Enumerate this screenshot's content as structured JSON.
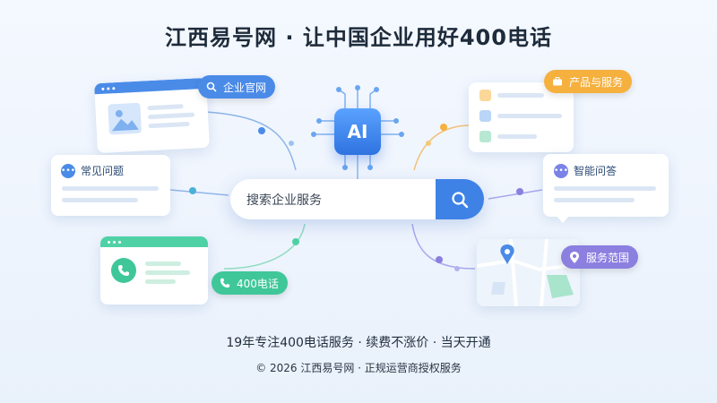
{
  "title": "江西易号网 · 让中国企业用好400电话",
  "search": {
    "placeholder": "搜索企业服务"
  },
  "ai_label": "AI",
  "cards": {
    "website": {
      "tag": "企业官网",
      "tag_color": "#4a8be8"
    },
    "faq": {
      "label": "常见问题",
      "icon_color": "#4a8be8"
    },
    "phone": {
      "tag": "400电话",
      "tag_color": "#3fc79a"
    },
    "products": {
      "tag": "产品与服务",
      "tag_color": "#f5b03e"
    },
    "smart_qa": {
      "label": "智能问答",
      "icon_color": "#7b83e8"
    },
    "coverage": {
      "tag": "服务范围",
      "tag_color": "#8b7fe0"
    }
  },
  "footer": {
    "line1": "19年专注400电话服务  ·  续费不涨价  ·  当天开通",
    "line2": "© 2026 江西易号网  ·  正规运营商授权服务"
  }
}
